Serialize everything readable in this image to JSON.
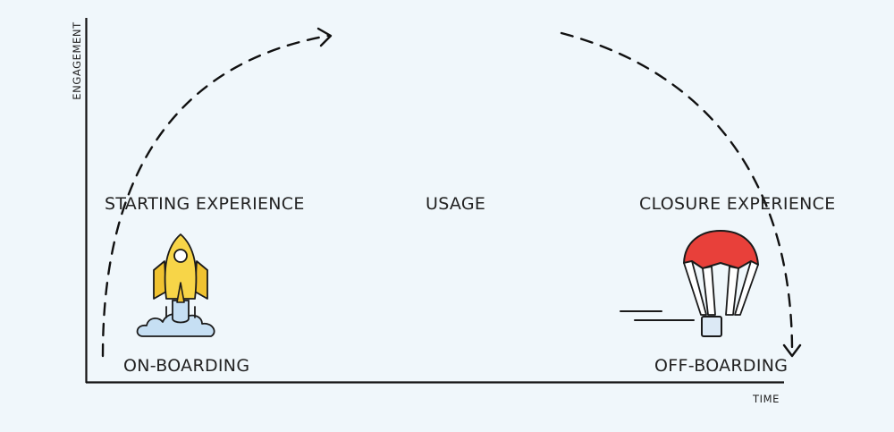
{
  "diagram": {
    "y_axis_label": "ENGAGEMENT",
    "x_axis_label": "TIME",
    "phases": {
      "start": "STARTING EXPERIENCE",
      "usage": "USAGE",
      "closure": "CLOSURE EXPERIENCE"
    },
    "stages": {
      "onboarding": "ON-BOARDING",
      "offboarding": "OFF-BOARDING"
    },
    "icons": {
      "start": "rocket-icon",
      "end": "parachute-icon"
    },
    "colors": {
      "background": "#f0f7fb",
      "line": "#111111",
      "rocket": "#f7d548",
      "smoke": "#c6dff3",
      "parachute": "#e8403a"
    }
  }
}
